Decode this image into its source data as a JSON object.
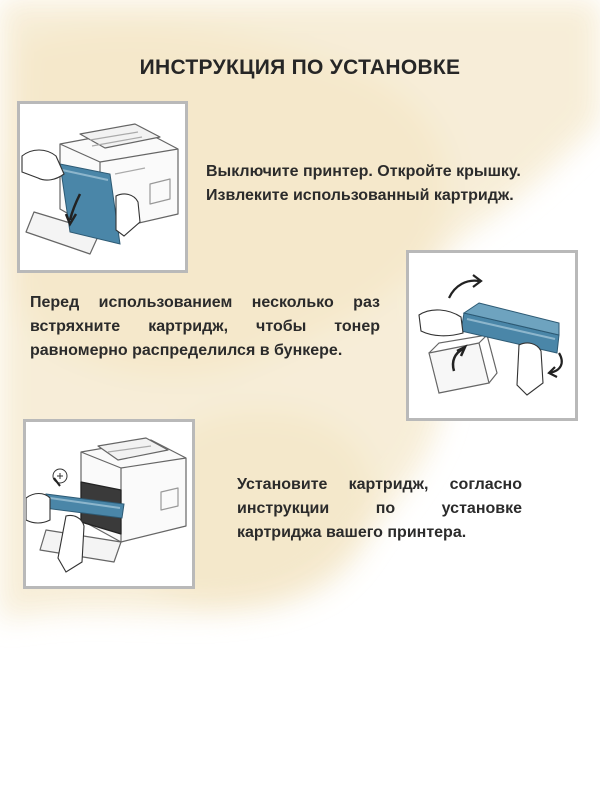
{
  "title": "ИНСТРУКЦИЯ ПО УСТАНОВКЕ",
  "colors": {
    "background_wash": "#f6ecd4",
    "frame_border": "#b9b9b9",
    "cartridge_blue": "#4a86a8",
    "text": "#2b2b2b"
  },
  "steps": [
    {
      "lines": [
        "Выключите принтер. Откройте крышку.",
        "Извлеките использованный картридж."
      ],
      "illustration": "printer-open-cover-icon"
    },
    {
      "lines": [
        "Перед использованием несколько раз",
        "встряхните картридж, чтобы тонер",
        "равномерно распределился в бункере."
      ],
      "illustration": "shake-cartridge-icon"
    },
    {
      "lines": [
        "Установите картридж, согласно",
        "инструкции по установке",
        "картриджа вашего принтера."
      ],
      "illustration": "insert-cartridge-icon"
    }
  ]
}
